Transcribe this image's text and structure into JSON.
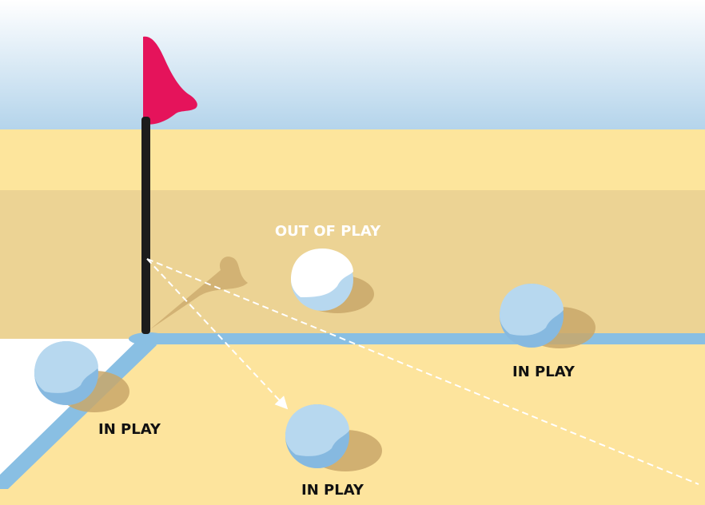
{
  "labels": {
    "out_of_play": "OUT OF PLAY",
    "in_play_left": "IN PLAY",
    "in_play_center": "IN PLAY",
    "in_play_right": "IN PLAY"
  },
  "colors": {
    "sky_top": "#ffffff",
    "sky_bottom": "#b4d4eb",
    "sand_far": "#fde59c",
    "sand_behind_line": "#ecd394",
    "sand_in_play": "#fde49d",
    "boundary_line": "#89bfe3",
    "flag": "#e5135b",
    "pole": "#1c1c1c",
    "ball_in_play": "#b7d8ef",
    "ball_out_of_play": "#ffffff",
    "shadow": "#c9a76a",
    "dashed_line": "#ffffff",
    "label_out": "#ffffff",
    "label_in": "#111111"
  },
  "icons": [
    "corner-flag-icon",
    "ball-icon",
    "arrow-icon"
  ]
}
